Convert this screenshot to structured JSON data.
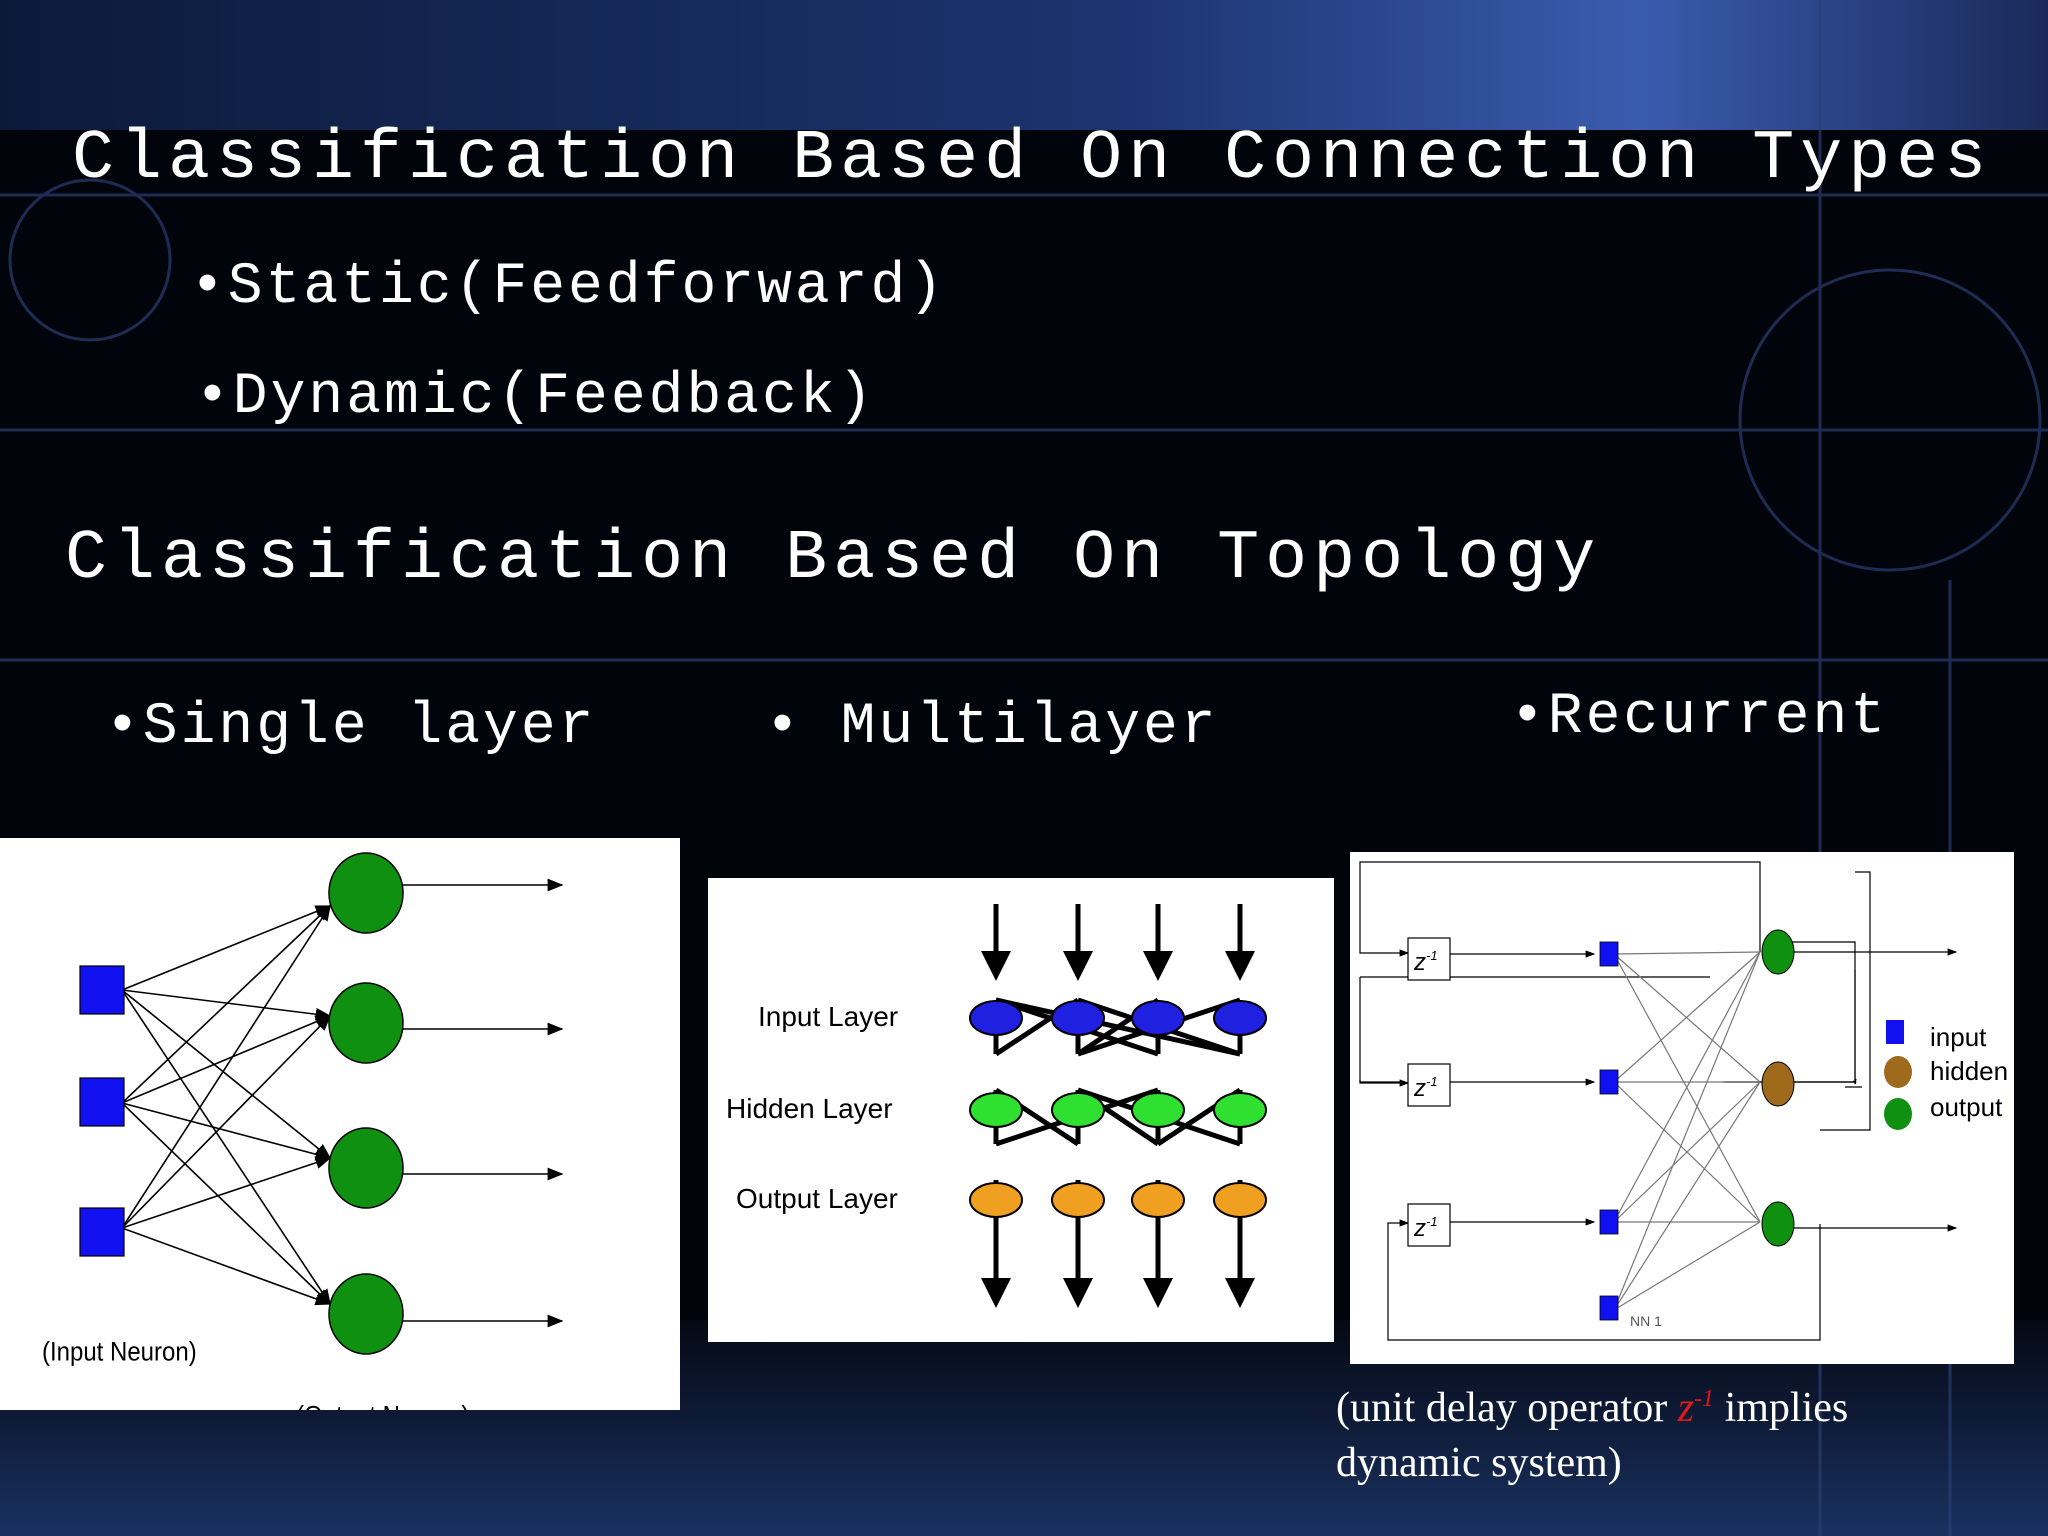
{
  "slide": {
    "heading_connection": "Classification Based On Connection Types",
    "bullet_static": "•Static(Feedforward)",
    "bullet_dynamic": "•Dynamic(Feedback)",
    "heading_topology": "Classification Based On Topology",
    "bullet_single": "•Single layer",
    "bullet_multi": "• Multilayer",
    "bullet_recurrent": "•Recurrent"
  },
  "single_layer_diagram": {
    "input_label": "(Input Neuron)",
    "output_label": "(Output Neuron)"
  },
  "multilayer_diagram": {
    "input_layer": "Input Layer",
    "hidden_layer": "Hidden Layer",
    "output_layer": "Output Layer"
  },
  "recurrent_diagram": {
    "delay_symbol": "z",
    "delay_exp": "-1",
    "network_label": "NN 1",
    "legend": [
      "input",
      "hidden",
      "output"
    ]
  },
  "caption": {
    "part1": "(unit delay operator ",
    "op": "z",
    "op_exp": "-1",
    "part2": " implies",
    "line2": "dynamic system)"
  },
  "colors": {
    "input_square": "#1010f0",
    "output_neuron": "#109010",
    "multi_input": "#2020e0",
    "multi_hidden": "#30e030",
    "multi_output": "#f0a020",
    "recurrent_hidden": "#a06a1c",
    "caption_operator": "#e01818"
  }
}
